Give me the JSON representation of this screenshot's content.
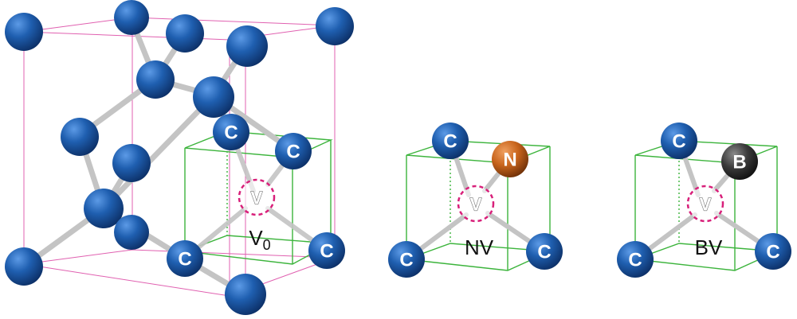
{
  "panels": {
    "v0": {
      "label_main": "V",
      "label_sub": "0",
      "vacancy_label": "V",
      "neighbors": [
        "C",
        "C",
        "C",
        "C"
      ]
    },
    "nv": {
      "label": "NV",
      "vacancy_label": "V",
      "neighbors": [
        "C",
        "N",
        "C",
        "C"
      ]
    },
    "bv": {
      "label": "BV",
      "vacancy_label": "V",
      "neighbors": [
        "C",
        "B",
        "C",
        "C"
      ]
    }
  },
  "colors": {
    "carbon": "#1f5fb0",
    "nitrogen": "#c8641c",
    "boron": "#3a3a3a",
    "bond": "#c8c8c8",
    "lattice_cell": "#e060b0",
    "defect_cell": "#3cb43c",
    "vacancy": "#d8207a"
  }
}
